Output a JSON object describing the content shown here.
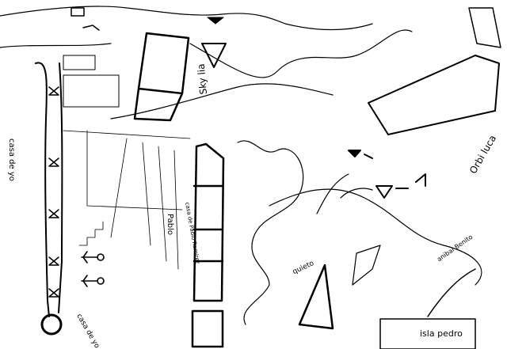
{
  "labels": {
    "casa_de_yo_left": "casa de yo",
    "casa_de_yo_panda": "casa de yo",
    "pablo": "Pablo",
    "casa_pablo": "casa de Pablo Ramirez",
    "sky_lia": "Sky lia",
    "orbi_luca": "Orbi luca",
    "quieto": "quieto",
    "anibal_benito": "anibal Benito",
    "isla_pedro": "isla pedro"
  },
  "colors": {
    "ink": "#000000",
    "paper": "#ffffff"
  }
}
